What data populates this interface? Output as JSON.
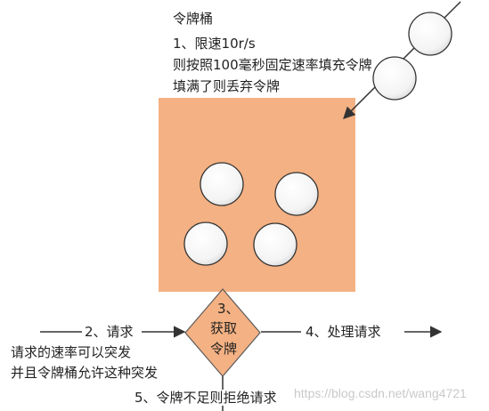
{
  "title": "令牌桶",
  "rule_line1": "1、限速10r/s",
  "rule_line2": "则按照100毫秒固定速率填充令牌",
  "rule_line3": "填满了则丢弃令牌",
  "step_request": "2、请求",
  "burst_line1": "请求的速率可以突发",
  "burst_line2": "并且令牌桶允许这种突发",
  "step_acquire_num": "3、",
  "step_acquire_line1": "获取",
  "step_acquire_line2": "令牌",
  "step_process": "4、处理请求",
  "step_reject": "5、令牌不足则拒绝请求",
  "watermark": "https://blog.csdn.net/wang4721",
  "colors": {
    "bucket_fill": "#f4b183",
    "diamond_fill": "#f4b183",
    "token_fill": "#ffffff",
    "stroke": "#333333"
  }
}
